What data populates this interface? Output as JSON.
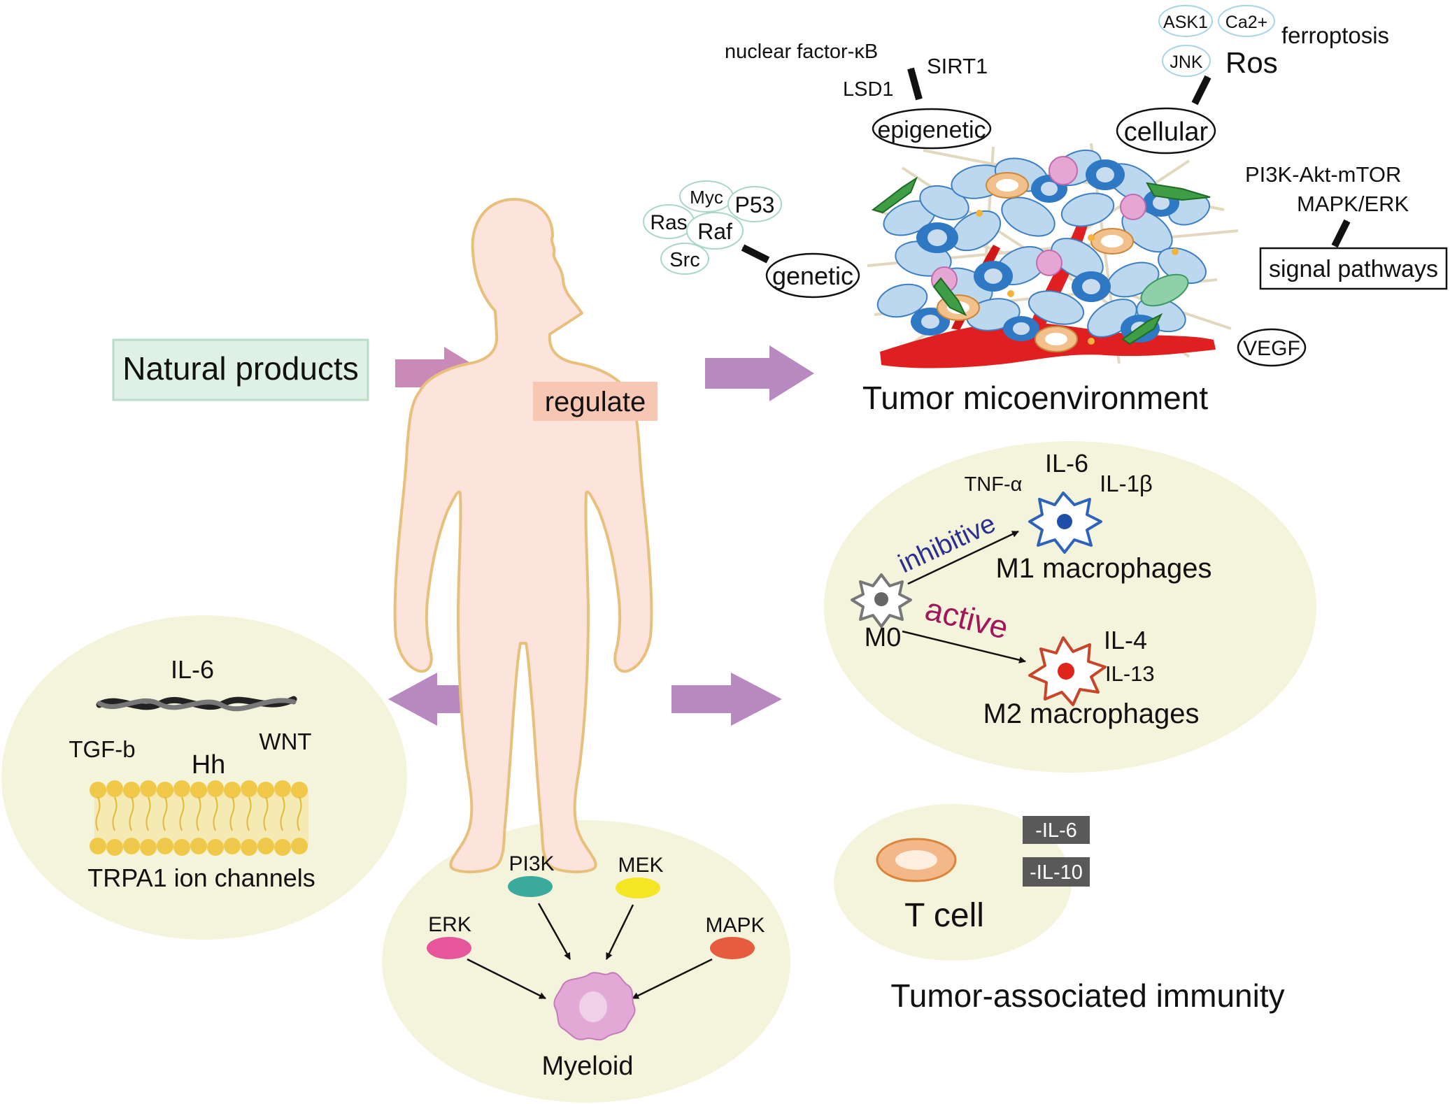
{
  "inputs": {
    "natural_products": "Natural products",
    "regulate": "regulate"
  },
  "tumor_microenvironment": {
    "title": "Tumor micoenvironment",
    "epigenetic": {
      "label": "epigenetic",
      "items": [
        "nuclear factor-κB",
        "SIRT1",
        "LSD1"
      ]
    },
    "cellular": {
      "label": "cellular",
      "items": [
        "ASK1",
        "Ca2+",
        "JNK"
      ],
      "ros": "Ros",
      "ferroptosis": "ferroptosis"
    },
    "genetic": {
      "label": "genetic",
      "items": [
        "Myc",
        "P53",
        "Ras",
        "Raf",
        "Src"
      ]
    },
    "signal_pathways": {
      "label": "signal pathways",
      "items": [
        "PI3K-Akt-mTOR",
        "MAPK/ERK"
      ]
    },
    "vegf": "VEGF"
  },
  "macrophages": {
    "m0": "M0",
    "inhibitive": "inhibitive",
    "active": "active",
    "m1": {
      "label": "M1 macrophages",
      "cytokines": [
        "IL-6",
        "TNF-α",
        "IL-1β"
      ]
    },
    "m2": {
      "label": "M2 macrophages",
      "cytokines": [
        "IL-4",
        "IL-13"
      ]
    }
  },
  "t_cell": {
    "label": "T cell",
    "badges": [
      "-IL-6",
      "-IL-10"
    ]
  },
  "tumor_immunity_title": "Tumor-associated immunity",
  "trpa1": {
    "il6": "IL-6",
    "tgfb": "TGF-b",
    "hh": "Hh",
    "wnt": "WNT",
    "label": "TRPA1 ion channels"
  },
  "myeloid": {
    "label": "Myeloid",
    "kinases": [
      {
        "name": "PI3K",
        "color": "#3aaa9c"
      },
      {
        "name": "MEK",
        "color": "#f5e625"
      },
      {
        "name": "ERK",
        "color": "#e5579a"
      },
      {
        "name": "MAPK",
        "color": "#e65c3e"
      }
    ]
  },
  "colors": {
    "arrow": "#c07fb2",
    "ellipse_bg": "#f4f4dc",
    "np_box": "#dff0e6",
    "body_fill": "#fce3dc",
    "body_stroke": "#e7c07c",
    "regulate_bg": "#f8c7b4",
    "blood_vessel": "#e02020",
    "inhibitive": "#2b2f8f",
    "active": "#a1185a",
    "badge": "#595959"
  }
}
